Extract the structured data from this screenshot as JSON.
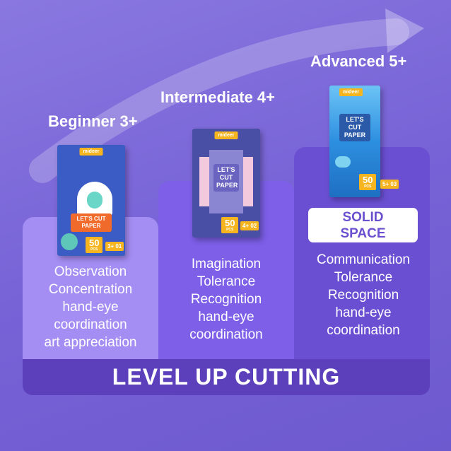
{
  "levels": [
    {
      "label": "Beginner 3+",
      "skills": [
        "Observation",
        "Concentration",
        "hand-eye",
        "coordination",
        "art appreciation"
      ],
      "book": {
        "brand": "mideer",
        "title": "LET'S CUT PAPER",
        "pcs": "50",
        "pcs_unit": "PCS",
        "age": "3+ 01",
        "color": "#3b5cc4"
      }
    },
    {
      "label": "Intermediate 4+",
      "skills": [
        "Imagination",
        "Tolerance",
        "Recognition",
        "hand-eye",
        "coordination"
      ],
      "book": {
        "brand": "mideer",
        "title": "LET'S CUT PAPER",
        "pcs": "50",
        "pcs_unit": "PCS",
        "age": "4+ 02",
        "color": "#4a4fa6"
      }
    },
    {
      "label": "Advanced 5+",
      "skills": [
        "Communication",
        "Tolerance",
        "Recognition",
        "hand-eye",
        "coordination"
      ],
      "book": {
        "brand": "mideer",
        "title": "LET'S CUT PAPER",
        "pcs": "50",
        "pcs_unit": "PCS",
        "age": "5+ 03",
        "color": "#2d8fe0"
      },
      "badge": [
        "SOLID",
        "SPACE"
      ]
    }
  ],
  "banner": "LEVEL UP CUTTING"
}
